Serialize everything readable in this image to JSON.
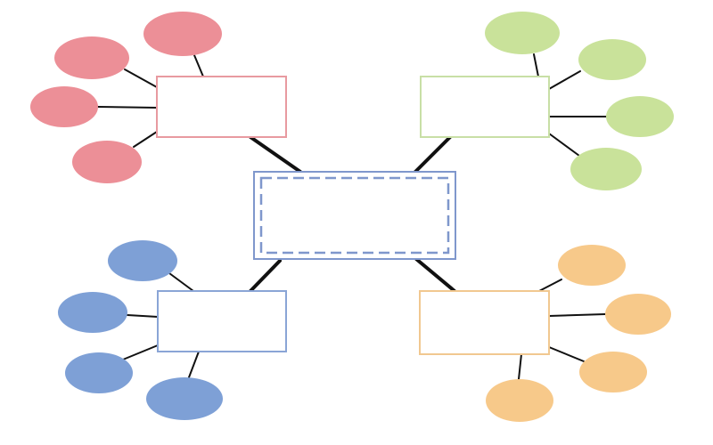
{
  "diagram": {
    "type": "mind-map",
    "center": {
      "label": "",
      "border_color": "#7f97cc",
      "inner_dash_color": "#7f97cc"
    },
    "branches": [
      {
        "id": "top-left",
        "color": "#ec8f97",
        "box_border": "#e89aa0",
        "label": "",
        "leaves": [
          {
            "label": ""
          },
          {
            "label": ""
          },
          {
            "label": ""
          },
          {
            "label": ""
          }
        ]
      },
      {
        "id": "top-right",
        "color": "#c9e29a",
        "box_border": "#c8dfa6",
        "label": "",
        "leaves": [
          {
            "label": ""
          },
          {
            "label": ""
          },
          {
            "label": ""
          },
          {
            "label": ""
          }
        ]
      },
      {
        "id": "bottom-left",
        "color": "#7ea0d6",
        "box_border": "#8aa5d6",
        "label": "",
        "leaves": [
          {
            "label": ""
          },
          {
            "label": ""
          },
          {
            "label": ""
          },
          {
            "label": ""
          }
        ]
      },
      {
        "id": "bottom-right",
        "color": "#f7c98a",
        "box_border": "#f1c890",
        "label": "",
        "leaves": [
          {
            "label": ""
          },
          {
            "label": ""
          },
          {
            "label": ""
          },
          {
            "label": ""
          }
        ]
      }
    ]
  }
}
